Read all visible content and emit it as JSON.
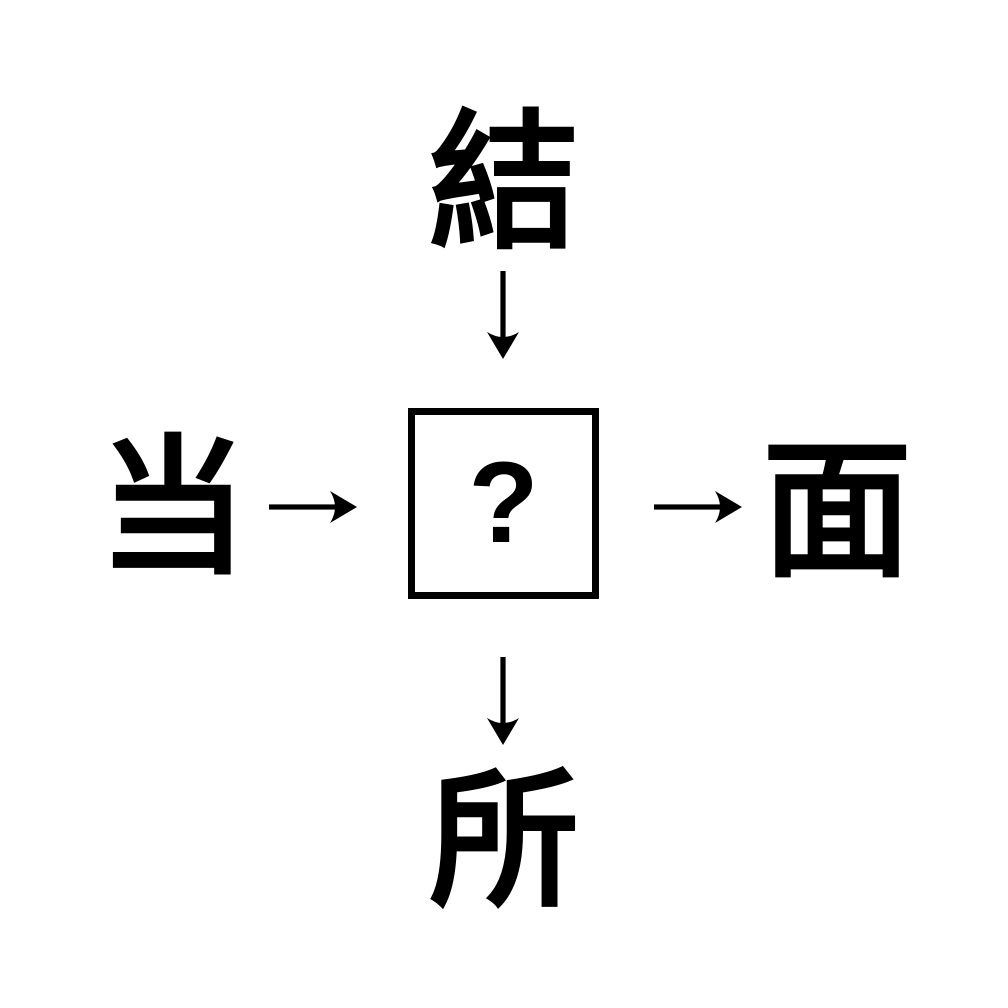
{
  "page": {
    "background_color": "#ffffff",
    "foreground_color": "#000000"
  },
  "puzzle": {
    "center_placeholder": "?",
    "top_kanji": "結",
    "left_kanji": "当",
    "right_kanji": "面",
    "bottom_kanji": "所",
    "arrows": [
      {
        "icon": "arrow-down-icon",
        "glyph": "↓",
        "from": "top-kanji",
        "to": "center-box"
      },
      {
        "icon": "arrow-right-icon",
        "glyph": "→",
        "from": "left-kanji",
        "to": "center-box"
      },
      {
        "icon": "arrow-right-icon",
        "glyph": "→",
        "from": "center-box",
        "to": "right-kanji"
      },
      {
        "icon": "arrow-down-icon",
        "glyph": "↓",
        "from": "center-box",
        "to": "bottom-kanji"
      }
    ]
  }
}
